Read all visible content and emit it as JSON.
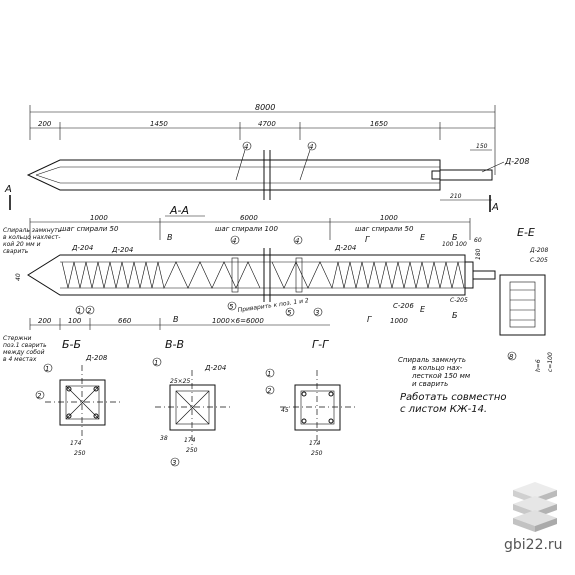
{
  "site": "gbi22.ru",
  "overall_dim": "8000",
  "top_dims": [
    "200",
    "1450",
    "4700",
    "1650",
    "150"
  ],
  "top_right_dims": [
    "150",
    "210"
  ],
  "label_d208": "Д-208",
  "pos4": "4",
  "section_a": "А",
  "section_aa": "А-А",
  "section_ee": "Е-Е",
  "spiral_pitch_50": "шаг спирали 50",
  "spiral_pitch_100": "шаг спирали 100",
  "dim_1000": "1000",
  "dim_6000": "6000",
  "dim_40": "40",
  "dim_200": "200",
  "dim_100": "100",
  "dim_660": "660",
  "dim_1000x6": "1000×6=6000",
  "dim_60": "60",
  "dim_180": "180",
  "dim_100_100": "100 100",
  "d204": "Д-204",
  "c206": "С-206",
  "c205": "С-205",
  "welding_note": "Приварить к поз. 1 и 2",
  "spiral_note_left": "Спираль замкнуть в кольцо нахлест-кой 20 мм и сварить",
  "rods_note": "Стержни поз. 1 сварить между собой в 4 местах",
  "spiral_note_right": "Спираль замкнуть в кольцо нах-лесткой 150 мм и сварить",
  "work_note": "Работать совместно с листом КЖ-14.",
  "section_bb": "Б-Б",
  "section_vv": "В-В",
  "section_gg": "Г-Г",
  "cut_b": "Б",
  "cut_v": "В",
  "cut_g": "Г",
  "cut_e": "Е",
  "sec_dims": [
    "250",
    "174",
    "38",
    "45",
    "25×25"
  ],
  "e_dims": [
    "h=6",
    "c=100"
  ],
  "pos": [
    "1",
    "2",
    "3",
    "4",
    "5",
    "8"
  ]
}
